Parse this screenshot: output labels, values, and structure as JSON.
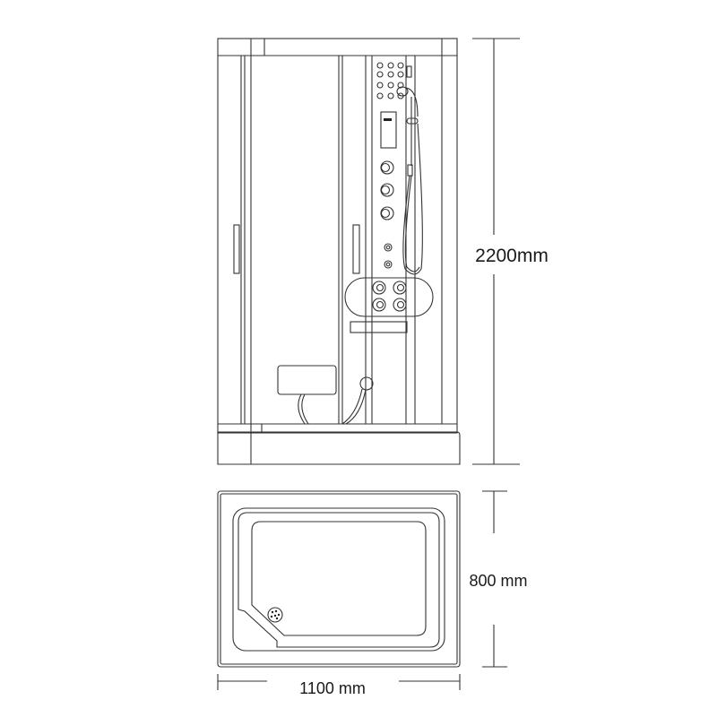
{
  "dimensions": {
    "height_label": "2200mm",
    "depth_label": "800 mm",
    "width_label": "1100 mm"
  },
  "colors": {
    "line": "#333333",
    "background": "#ffffff",
    "text": "#1a1a1a"
  }
}
